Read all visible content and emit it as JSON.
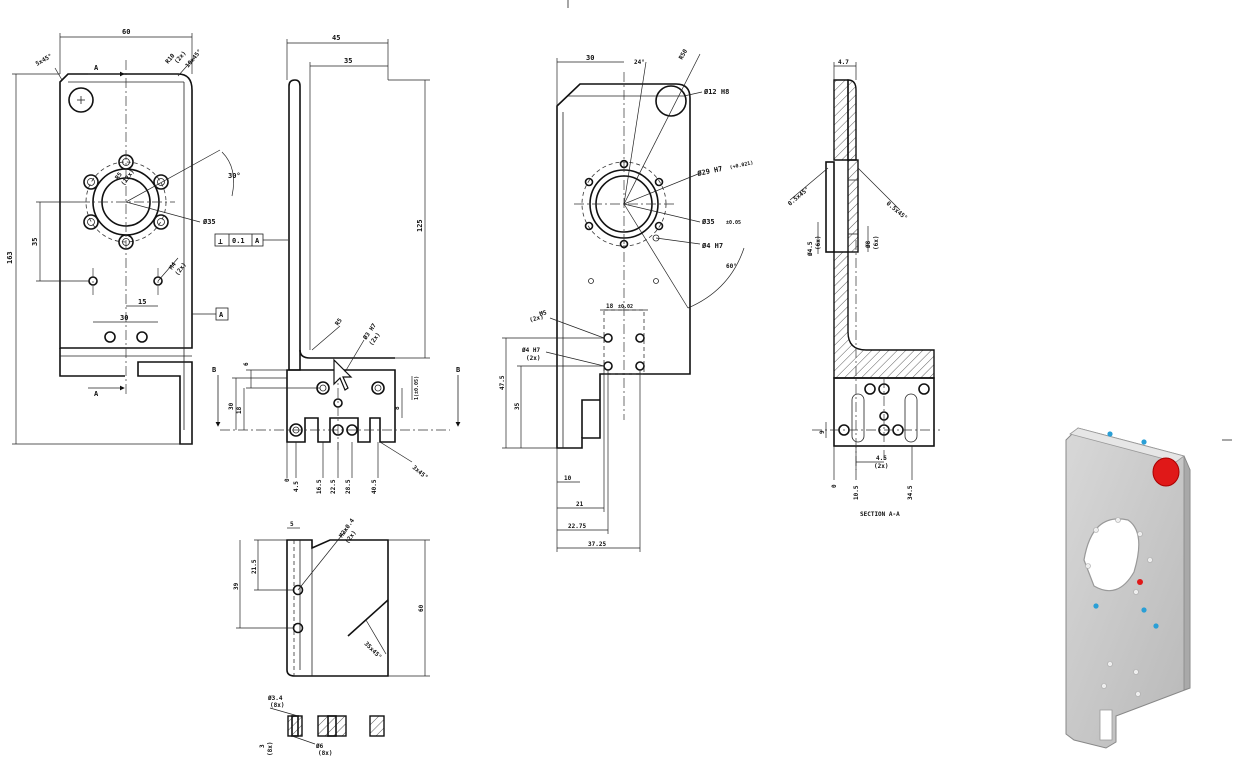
{
  "colors": {
    "line": "#111111",
    "iso_body": "#c9c9c9",
    "iso_edge": "#9a9a9a",
    "iso_hole_red": "#e01818",
    "iso_hole_blue": "#2a9fd6"
  },
  "view_front": {
    "d_width": "60",
    "d_height": "163",
    "d_chamfer": "5x45°",
    "d_radius": "R10",
    "d_radius_count": "(2x)",
    "d_corner": "10x45°",
    "d_pcd_r": "R5",
    "d_pcd_count": "(12x)",
    "d_angle": "30°",
    "d_bore": "Ø35",
    "d_35": "35",
    "d_m4": "M4",
    "d_m4_count": "(2x)",
    "d_15": "15",
    "d_30": "30",
    "section_a": "A",
    "datum_a": "A",
    "gdt_sym": "⊥",
    "gdt_tol": "0.1",
    "gdt_ref": "A"
  },
  "view_side": {
    "d_45": "45",
    "d_35": "35",
    "d_125": "125",
    "d_r5": "R5",
    "d_hole": "Ø3 H7",
    "d_hole_count": "(2x)",
    "d_6": "6",
    "d_18": "18",
    "d_30": "30",
    "d_8": "8",
    "d_small": "1(±0.05)",
    "d_3x45": "3x45°",
    "section_b": "B",
    "base_dims": [
      "0",
      "4.5",
      "16.5",
      "22.5",
      "28.5",
      "40.5"
    ]
  },
  "view_bottom": {
    "d_5": "5",
    "d_21_5": "21.5",
    "d_39": "39",
    "d_60": "60",
    "d_thread": "M2x0.4",
    "d_thread_count": "(2x)",
    "d_chamfer": "35x45°"
  },
  "view_detail": {
    "d_hole": "Ø3.4",
    "d_hole_count": "(8x)",
    "d_cb": "Ø6",
    "d_cb_count": "(8x)",
    "d_depth": "3",
    "d_depth_count": "(8x)"
  },
  "view_back": {
    "d_30": "30",
    "d_24": "24°",
    "d_r50": "R50",
    "d_12h8": "Ø12 H8",
    "d_29h7": "Ø29 H7",
    "d_29tol": "(+0.021)",
    "d_35": "Ø35",
    "d_35tol": "±0.05",
    "d_4h7": "Ø4 H7",
    "d_60": "60°",
    "d_18": "18",
    "d_18tol": "±0.02",
    "d_m5": "M5",
    "d_m5_count": "(2x)",
    "d_4h7b": "Ø4 H7",
    "d_4h7b_count": "(2x)",
    "d_47_5": "47.5",
    "d_35b": "35",
    "d_10": "10",
    "d_21": "21",
    "d_22_75": "22.75",
    "d_37_25": "37.25"
  },
  "view_section": {
    "d_4_7": "4.7",
    "d_ch_left": "0.5x45°",
    "d_ch_right": "0.5x45°",
    "d_4_5": "Ø4.5",
    "d_4_5_count": "(6x)",
    "d_8": "Ø8",
    "d_8_count": "(6x)",
    "d_9": "9",
    "d_pitch": "4.5",
    "d_pitch_count": "(2x)",
    "base_dims": [
      "0",
      "10.5",
      "34.5"
    ],
    "caption": "SECTION A-A"
  }
}
